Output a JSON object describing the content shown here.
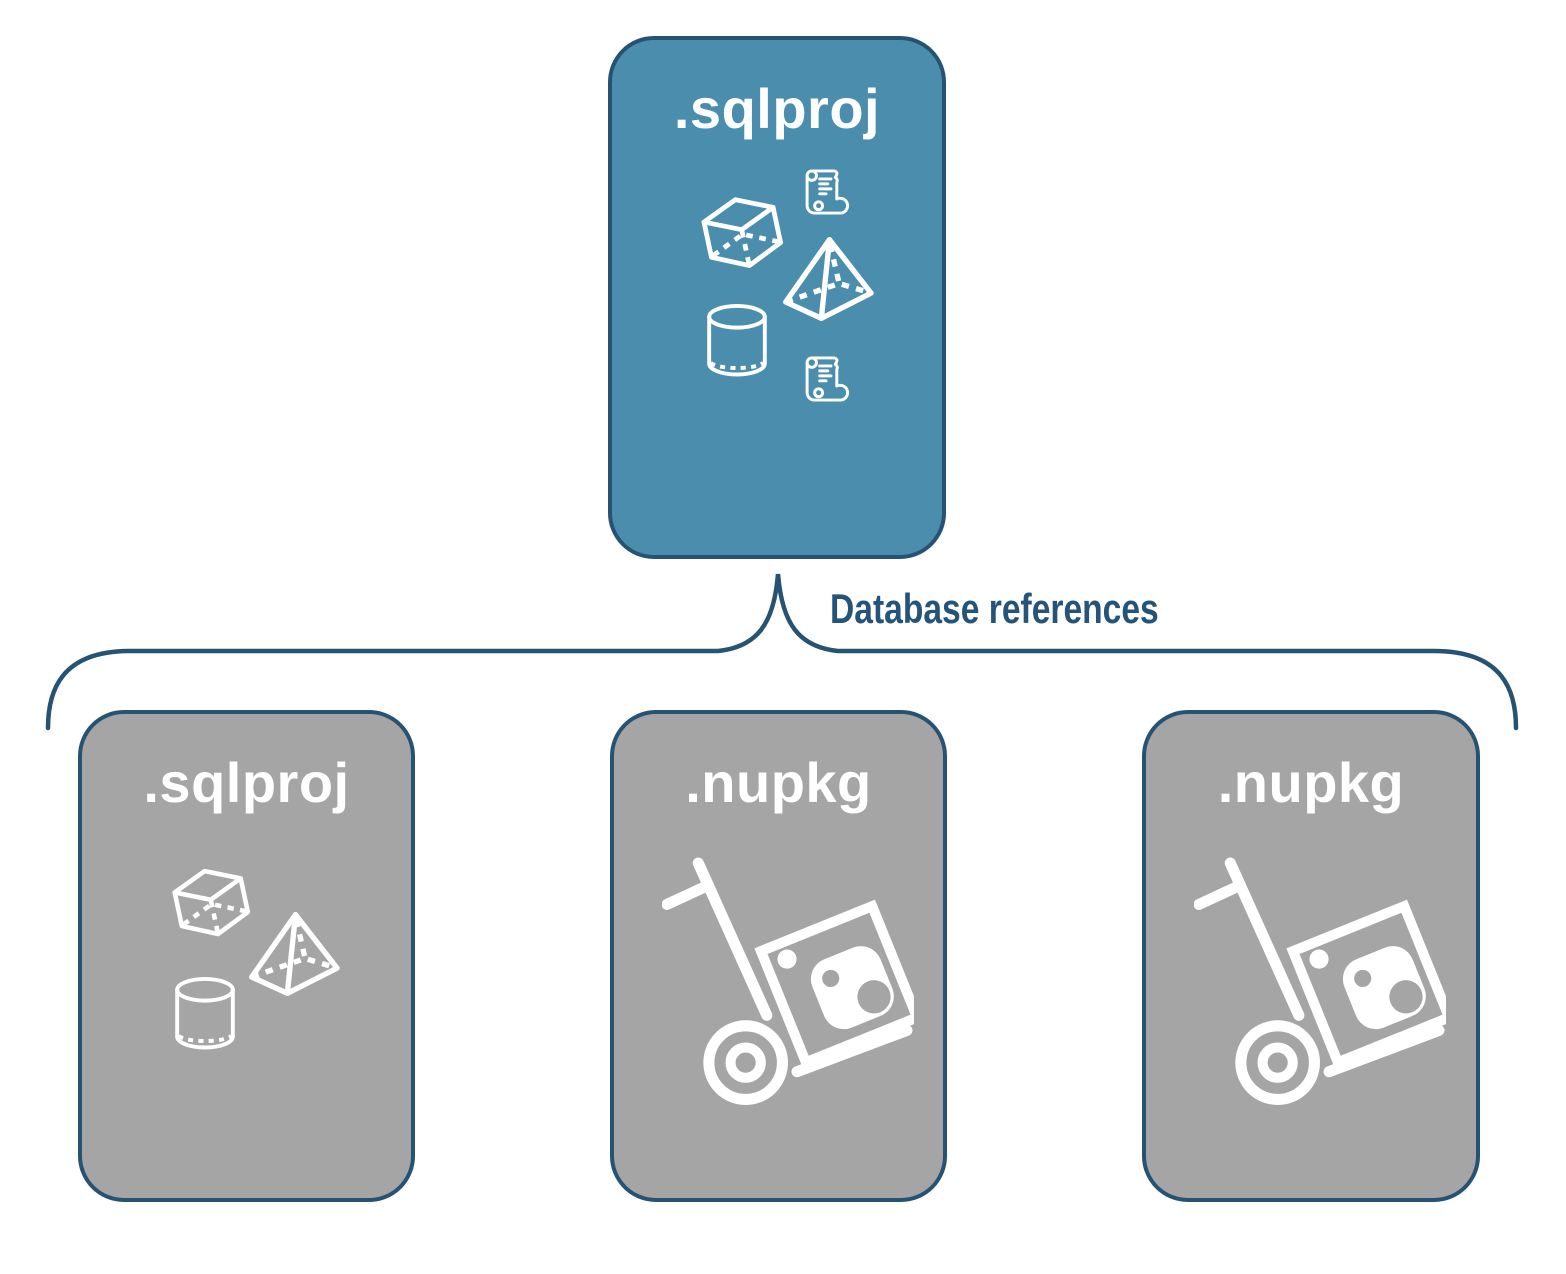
{
  "diagram": {
    "root_node": {
      "label": ".sqlproj",
      "icons": [
        "script-icon",
        "cube-icon",
        "pyramid-icon",
        "cylinder-icon",
        "script-icon"
      ]
    },
    "edge_label": "Database references",
    "child_nodes": [
      {
        "label": ".sqlproj",
        "icons": [
          "cube-icon",
          "pyramid-icon",
          "cylinder-icon"
        ]
      },
      {
        "label": ".nupkg",
        "icons": [
          "nuget-hand-truck-icon"
        ]
      },
      {
        "label": ".nupkg",
        "icons": [
          "nuget-hand-truck-icon"
        ]
      }
    ],
    "colors": {
      "root_fill": "#4A8DAD",
      "child_fill": "#A5A5A5",
      "outline": "#265273",
      "edge_label_text": "#25547A",
      "node_label_text": "#FFFFFF",
      "icon_stroke": "#FFFFFF",
      "background": "#FFFFFF"
    }
  }
}
